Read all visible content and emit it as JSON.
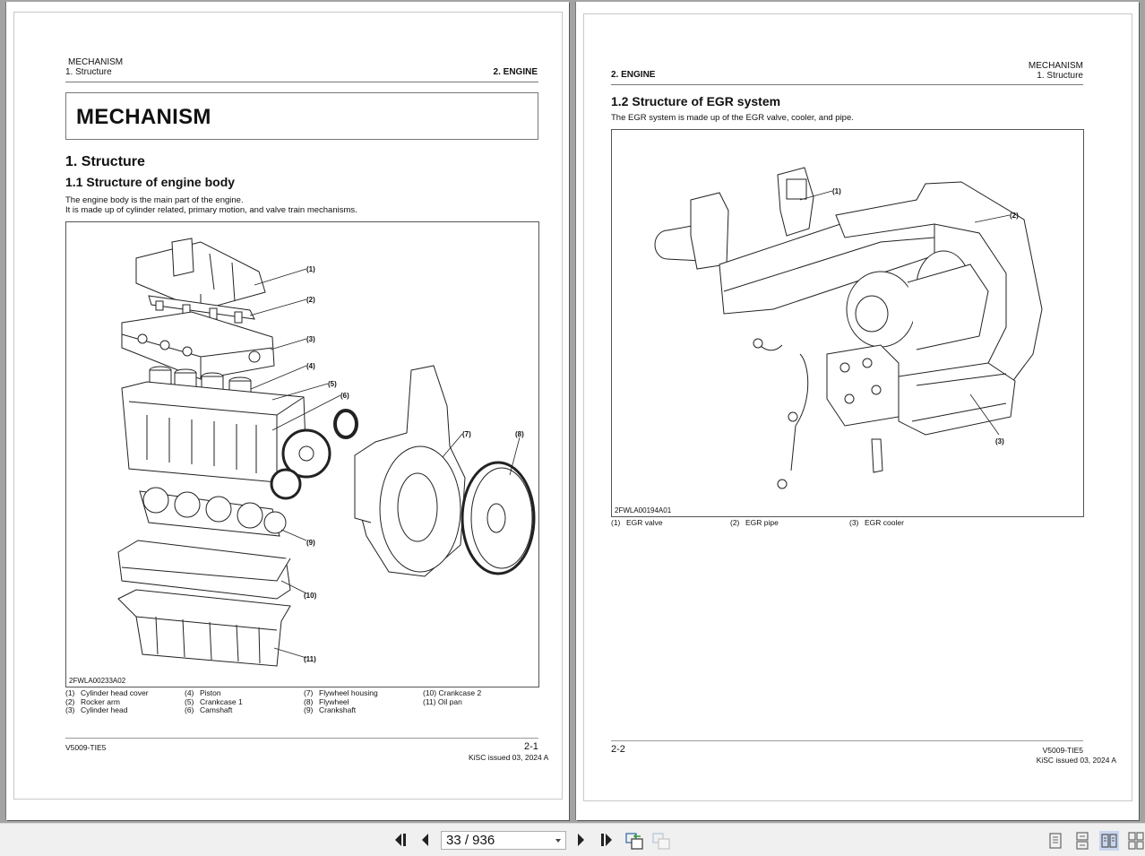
{
  "left_page": {
    "header": {
      "section": "MECHANISM",
      "subsection": "1. Structure",
      "chapter": "2. ENGINE"
    },
    "title": "MECHANISM",
    "heading1": "1. Structure",
    "heading2": "1.1 Structure of engine body",
    "intro": [
      "The engine body is the main part of the engine.",
      "It is made up of cylinder related, primary motion, and valve train mechanisms."
    ],
    "figure_code": "2FWLA00233A02",
    "callouts": [
      "(1)",
      "(2)",
      "(3)",
      "(4)",
      "(5)",
      "(6)",
      "(7)",
      "(8)",
      "(9)",
      "(10)",
      "(11)"
    ],
    "legend": [
      {
        "num": "(1)",
        "label": "Cylinder head cover"
      },
      {
        "num": "(2)",
        "label": "Rocker arm"
      },
      {
        "num": "(3)",
        "label": "Cylinder head"
      },
      {
        "num": "(4)",
        "label": "Piston"
      },
      {
        "num": "(5)",
        "label": "Crankcase 1"
      },
      {
        "num": "(6)",
        "label": "Camshaft"
      },
      {
        "num": "(7)",
        "label": "Flywheel housing"
      },
      {
        "num": "(8)",
        "label": "Flywheel"
      },
      {
        "num": "(9)",
        "label": "Crankshaft"
      },
      {
        "num": "(10)",
        "label": "Crankcase 2"
      },
      {
        "num": "(11)",
        "label": "Oil pan"
      }
    ],
    "footer": {
      "doc_code": "V5009-TIE5",
      "page_number": "2-1",
      "issued": "KiSC issued 03, 2024 A"
    }
  },
  "right_page": {
    "header": {
      "chapter": "2. ENGINE",
      "section": "MECHANISM",
      "subsection": "1. Structure"
    },
    "heading2": "1.2 Structure of EGR system",
    "intro": "The EGR system is made up of the EGR valve, cooler, and pipe.",
    "figure_code": "2FWLA00194A01",
    "callouts": [
      "(1)",
      "(2)",
      "(3)"
    ],
    "legend": [
      {
        "num": "(1)",
        "label": "EGR valve"
      },
      {
        "num": "(2)",
        "label": "EGR pipe"
      },
      {
        "num": "(3)",
        "label": "EGR cooler"
      }
    ],
    "footer": {
      "page_number": "2-2",
      "doc_code": "V5009-TIE5",
      "issued": "KiSC issued 03, 2024 A"
    }
  },
  "toolbar": {
    "page_indicator": "33 / 936",
    "icons": {
      "first": "first-page-icon",
      "prev": "previous-page-icon",
      "next": "next-page-icon",
      "last": "last-page-icon",
      "back_view": "previous-view-icon",
      "forward_view": "next-view-icon",
      "single": "single-page-view-icon",
      "continuous": "continuous-view-icon",
      "facing": "facing-pages-view-icon",
      "continuous_facing": "continuous-facing-view-icon"
    },
    "active_view": "facing",
    "active_color": "#c8d6ee"
  }
}
